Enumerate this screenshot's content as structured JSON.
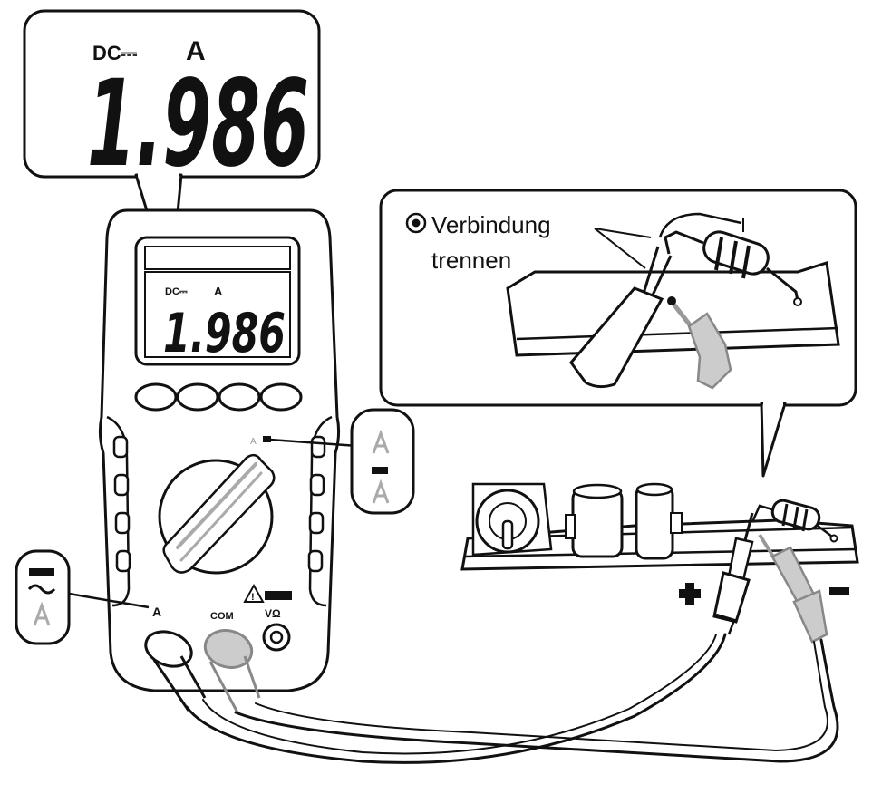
{
  "zoom_display": {
    "mode_label": "DC⎓",
    "unit_label": "A",
    "reading": "1.986"
  },
  "meter_display": {
    "mode_label": "DC⎓",
    "unit_label": "A",
    "reading": "1.986"
  },
  "inset": {
    "instruction_line1": "Verbindung",
    "instruction_line2": "trennen",
    "bullet_icon": "circle-dot-icon"
  },
  "meter": {
    "jack_a_label": "A",
    "jack_com_label": "COM",
    "jack_vohm_label": "VΩ",
    "warning_icon": "warning-triangle-icon"
  },
  "polarity": {
    "plus": "+",
    "minus": "−"
  },
  "colors": {
    "line": "#111111",
    "gray_probe": "#bdbdbd",
    "background": "#ffffff"
  }
}
